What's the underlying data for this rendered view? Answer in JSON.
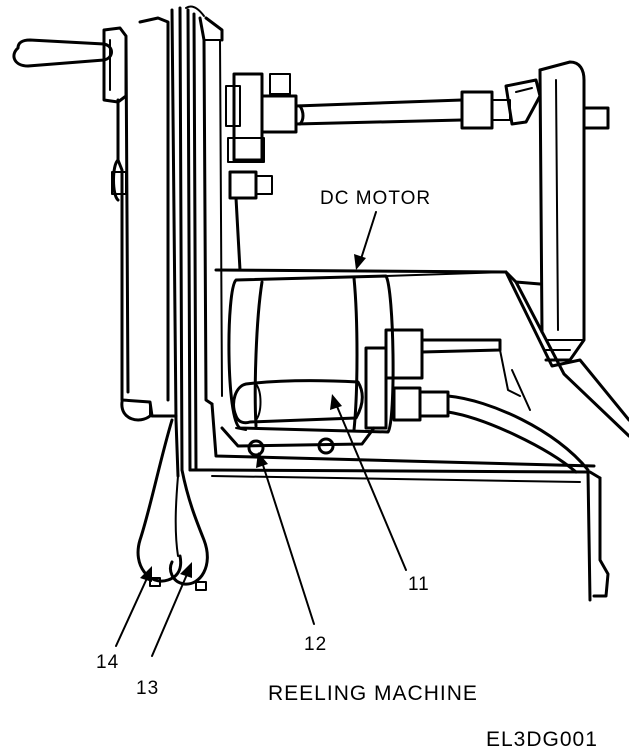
{
  "labels": {
    "motor": "DC MOTOR",
    "part11": "11",
    "part12": "12",
    "part13": "13",
    "part14": "14",
    "title": "REELING MACHINE",
    "figure_id": "EL3DG001"
  },
  "colors": {
    "ink": "#000000",
    "paper": "#ffffff"
  }
}
